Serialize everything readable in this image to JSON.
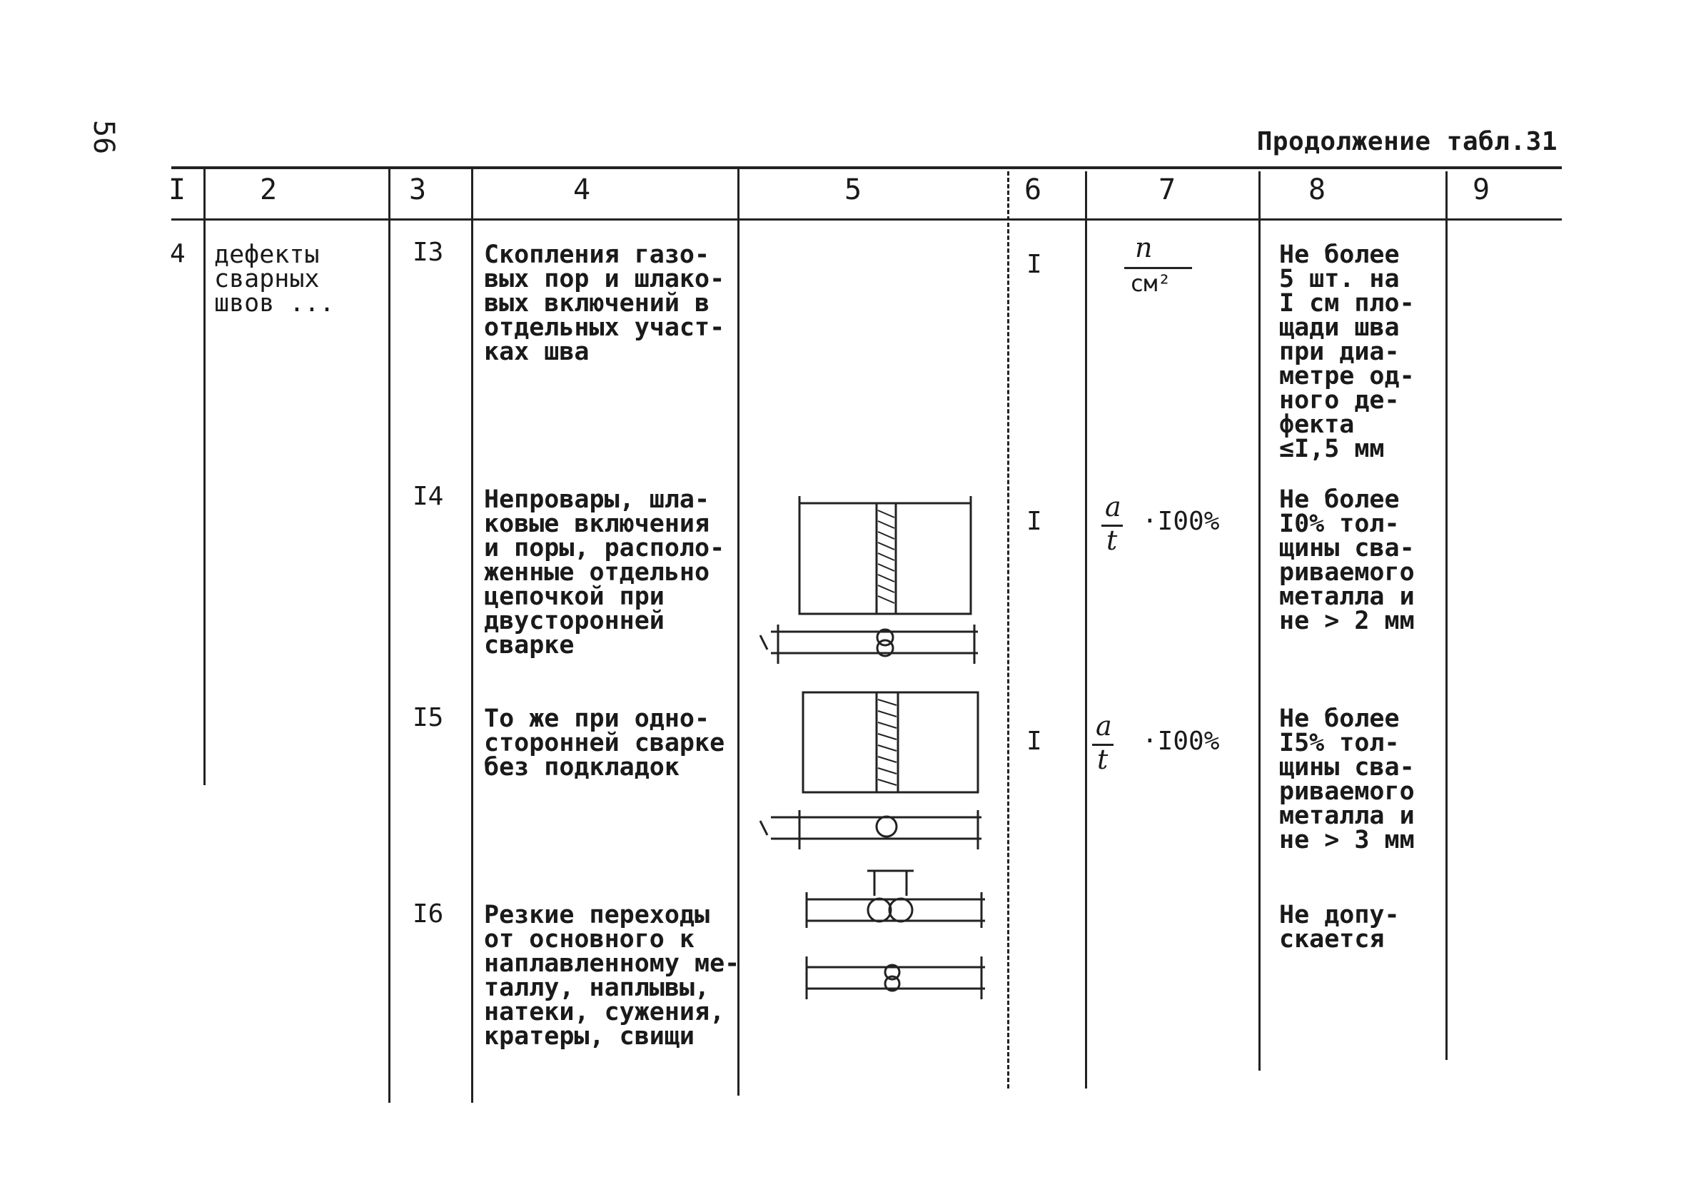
{
  "page_number": "56",
  "caption": "Продолжение табл.31",
  "column_headers": [
    "I",
    "2",
    "3",
    "4",
    "5",
    "6",
    "7",
    "8",
    "9"
  ],
  "group": {
    "row_id": "4",
    "defect_type_lines": [
      "дефекты",
      "сварных",
      "швов ..."
    ]
  },
  "rows": [
    {
      "num": "I3",
      "desc_lines": [
        "Скопления газо-",
        "вых пор и шлако-",
        "вых включений в",
        "отдельных участ-",
        "ках шва"
      ],
      "category": "I",
      "measure": {
        "numerator": "n",
        "denominator": "см²",
        "suffix": ""
      },
      "limit_lines": [
        "Не более",
        "5 шт. на",
        "I см пло-",
        "щади шва",
        "при диа-",
        "метре од-",
        "ного де-",
        "фекта",
        "≤I,5 мм"
      ]
    },
    {
      "num": "I4",
      "desc_lines": [
        "Непровары, шла-",
        "ковые включения",
        "и поры, располо-",
        "женные отдельно",
        "цепочкой при",
        "двусторонней",
        "сварке"
      ],
      "category": "I",
      "measure": {
        "numerator": "a",
        "denominator": "t",
        "suffix": "·I00%"
      },
      "limit_lines": [
        "Не более",
        "I0% тол-",
        "щины сва-",
        "риваемого",
        "металла и",
        "не > 2 мм"
      ]
    },
    {
      "num": "I5",
      "desc_lines": [
        "То же  при одно-",
        "сторонней сварке",
        "без подкладок"
      ],
      "category": "I",
      "measure": {
        "numerator": "a",
        "denominator": "t",
        "suffix": "·I00%"
      },
      "limit_lines": [
        "Не более",
        "I5% тол-",
        "щины сва-",
        "риваемого",
        "металла и",
        "не > 3 мм"
      ]
    },
    {
      "num": "I6",
      "desc_lines": [
        "Резкие переходы",
        "от основного к",
        "наплавленному ме-",
        "таллу, наплывы,",
        "натеки, сужения,",
        "кратеры, свищи"
      ],
      "category": "",
      "measure": {
        "numerator": "",
        "denominator": "",
        "suffix": ""
      },
      "limit_lines": [
        "Не допу-",
        "скается"
      ]
    }
  ]
}
